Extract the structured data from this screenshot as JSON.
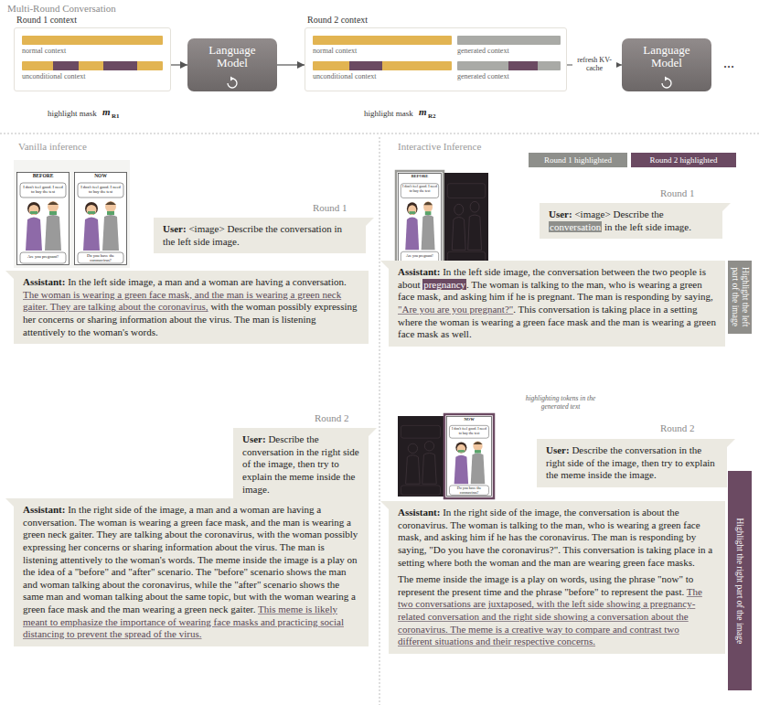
{
  "diagram": {
    "nodes": [
      {
        "text": [
          "Round 1 context"
        ]
      },
      {
        "text": [
          "normal context"
        ],
        "in": 0
      },
      {
        "text": [
          "unconditional context"
        ],
        "in": 0
      },
      {
        "text": [
          "Language Model"
        ]
      },
      {
        "text": [
          "Round 2 context"
        ]
      },
      {
        "text": [
          "normal context"
        ],
        "in": 4
      },
      {
        "text": [
          "generated context"
        ],
        "in": 4
      },
      {
        "text": [
          "unconditional context"
        ],
        "in": 4
      },
      {
        "text": [
          "generated context"
        ],
        "in": 4
      },
      {
        "text": [
          "Language Model"
        ]
      },
      {
        "text": [
          "User:",
          "<image> Describe the conversation in the left side image."
        ]
      },
      {
        "text": [
          "Assistant:",
          "In the left side image, a man and a woman are having a conversation.",
          "The woman is wearing a green face mask, and the man is wearing a green neck gaiter. They are talking about the coronavirus,",
          "with the woman possibly expressing her concerns or sharing information about the virus. The man is listening attentively to the woman's words."
        ]
      },
      {
        "text": [
          "User:",
          "Describe the conversation in the right side of the image, then try to explain the meme inside the image."
        ]
      },
      {
        "text": [
          "Assistant:",
          "In the right side of the image, a man and a woman are having a conversation. The woman is wearing a green face mask, and the man is wearing a green neck gaiter. They are talking about the coronavirus, with the woman possibly expressing her concerns or sharing information about the virus. The man is listening attentively to the woman's words. The meme inside the image is a play on the idea of a \"before\" and \"after\" scenario. The \"before\" scenario shows the man and woman talking about the coronavirus, while the \"after\" scenario shows the same man and woman talking about the same topic, but with the woman wearing a green face mask and the man wearing a green neck gaiter.",
          "This meme is likely meant to emphasize the importance of wearing face masks and practicing social distancing to prevent the spread of the virus."
        ]
      },
      {
        "text": [
          "User:",
          "<image> Describe the",
          "conversation",
          "in the left side image."
        ]
      },
      {
        "text": [
          "Assistant:",
          "In the left side image, the conversation between the two people is about",
          "pregnancy",
          ". The woman is talking to the man, who is wearing a green face mask, and asking him if he is pregnant. The man is responding by saying,",
          "\"Are you are you pregnant?\"",
          ". This conversation is taking place in a setting where the woman is wearing a green face mask and the man is wearing a green face mask as well."
        ]
      },
      {
        "text": [
          "Highlight the left part of the image"
        ]
      },
      {
        "text": [
          "User:",
          "Describe the conversation in the right side of the image, then try to explain the meme inside the image."
        ]
      },
      {
        "text": [
          "Assistant:",
          "In the right side of the image, the conversation is about the coronavirus. The woman is talking to the man, who is wearing a green face mask, and asking him if he has the coronavirus. The man is responding by saying, \"Do you have the coronavirus?\". This conversation is taking place in a setting where both the woman and the man are wearing green face masks.",
          "The meme inside the image is a play on words, using the phrase \"now\" to represent the present time and the phrase \"before\" to represent the past.",
          "The two conversations are juxtaposed, with the left side showing a pregnancy-related conversation and the right side showing a conversation about the coronavirus. The meme is a creative way to compare and contrast two different situations and their respective concerns."
        ]
      },
      {
        "text": [
          "Highlight the right part of the image"
        ]
      }
    ],
    "edges": [
      {
        "from": 0,
        "to": 3,
        "arrow": "to"
      },
      {
        "from": 3,
        "to": 4,
        "arrow": "to"
      },
      {
        "from": 4,
        "to": 9,
        "label": "refresh KV-cache",
        "arrow": "to"
      }
    ],
    "labels": [
      "Multi-Round Conversation",
      "highlight mask",
      "m",
      "R1",
      "highlight mask",
      "m",
      "R2",
      "...",
      "Vanilla inference",
      "Interactive Inference",
      "Round 1",
      "Round 2",
      "Round 1",
      "Round 2",
      "highlighting tokens in the generated text",
      "BEFORE",
      "NOW",
      "I don't feel good. I need to buy the test",
      "Are you pregnant?",
      "I don't feel good. I need to buy the test",
      "Do you have the coronavirus?",
      "BEFORE",
      "I don't feel good. I need to buy the test",
      "Are you pregnant?",
      "NOW",
      "I don't feel good. I need to buy the test",
      "Do you have the coronavirus?"
    ],
    "legend": [
      {
        "text": "Round 1 highlighted",
        "color": "#8e8f8b"
      },
      {
        "text": "Round 2 highlighted",
        "color": "#6b4a62"
      }
    ]
  }
}
